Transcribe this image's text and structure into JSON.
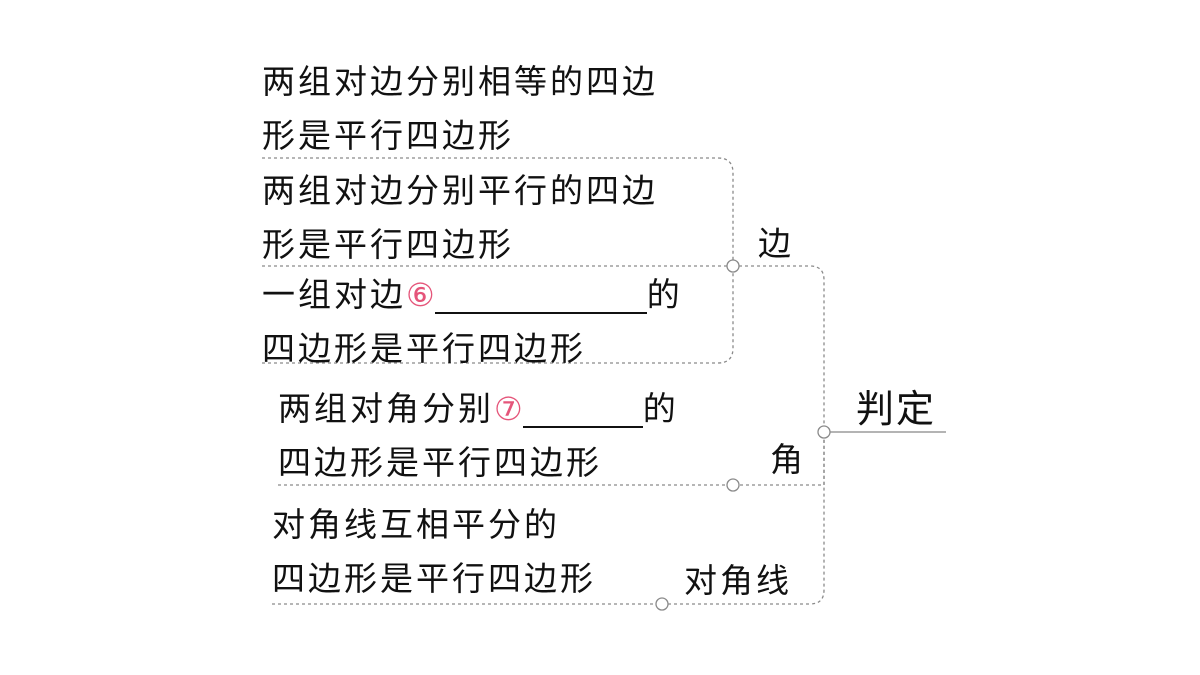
{
  "diagram": {
    "root": "判定",
    "branches": [
      {
        "label": "边",
        "items": [
          {
            "line1": "两组对边分别相等的四边",
            "line2": "形是平行四边形"
          },
          {
            "line1": "两组对边分别平行的四边",
            "line2": "形是平行四边形"
          },
          {
            "prefix": "一组对边",
            "marker": "⑥",
            "suffix": "的",
            "line2": "四边形是平行四边形"
          }
        ]
      },
      {
        "label": "角",
        "items": [
          {
            "prefix": "两组对角分别",
            "marker": "⑦",
            "suffix": "的",
            "line2": "四边形是平行四边形"
          }
        ]
      },
      {
        "label": "对角线",
        "items": [
          {
            "line1": "对角线互相平分的",
            "line2": "四边形是平行四边形"
          }
        ]
      }
    ],
    "colors": {
      "connector": "#888888",
      "marker": "#e5557a",
      "text": "#111111"
    }
  }
}
